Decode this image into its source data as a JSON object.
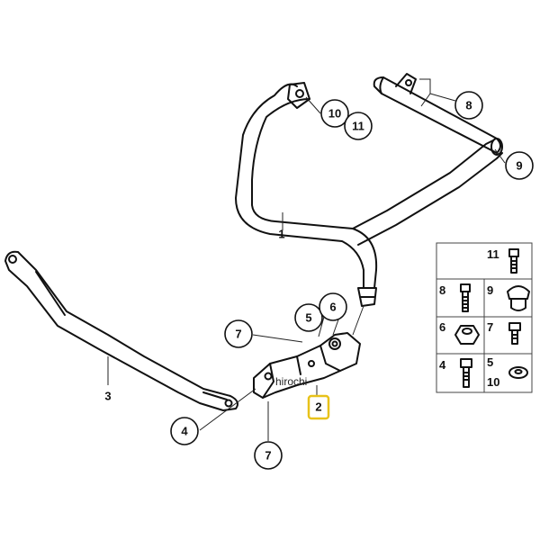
{
  "callouts": {
    "c10": "10",
    "c11": "11",
    "c8": "8",
    "c9": "9",
    "c1": "1",
    "c5": "5",
    "c6": "6",
    "c7a": "7",
    "c3": "3",
    "c2": "2",
    "c4": "4",
    "c7b": "7"
  },
  "legend": {
    "r1": "11",
    "r2a": "8",
    "r2b": "9",
    "r3a": "6",
    "r3b": "7",
    "r4a": "4",
    "r4b": "5",
    "r4c": "10"
  },
  "watermark": "hirochi",
  "colors": {
    "highlight": "#e8c21a",
    "line": "#111111"
  }
}
